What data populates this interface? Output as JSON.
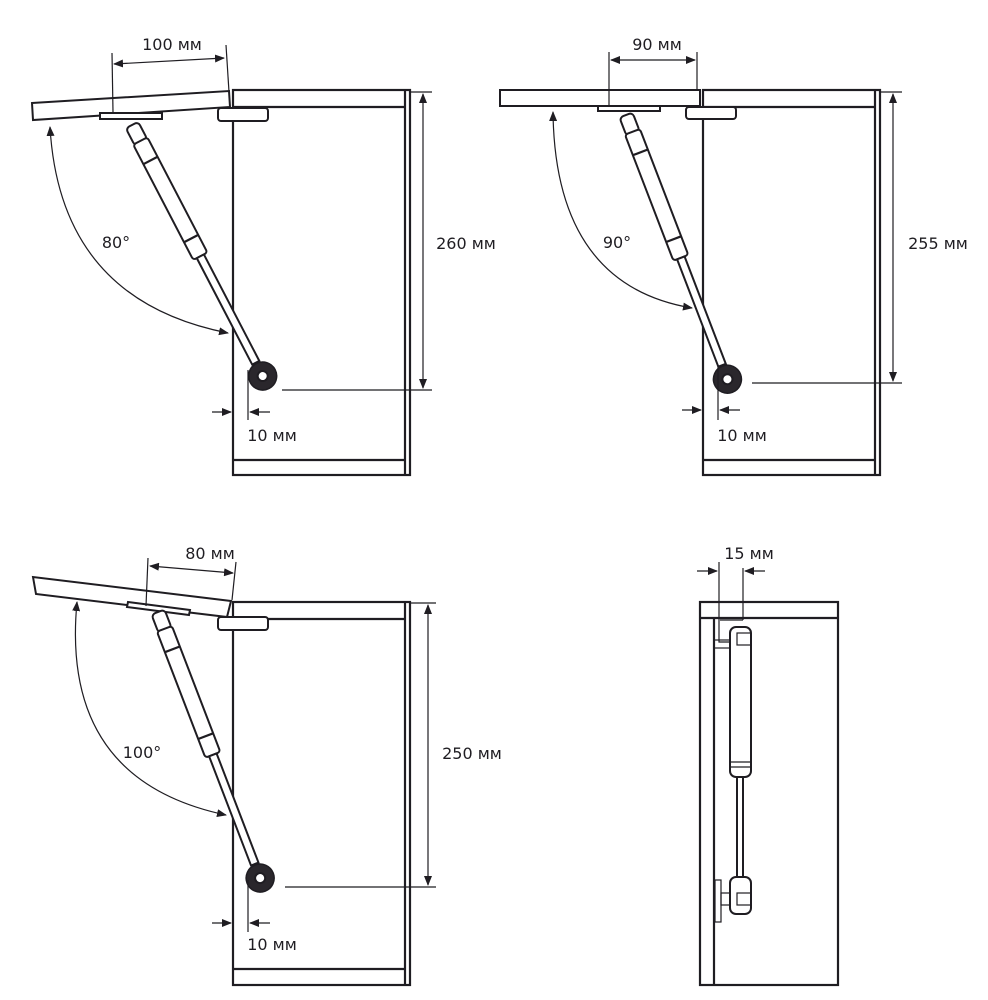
{
  "diagram": {
    "colors": {
      "line": "#1f1d22",
      "background": "#ffffff"
    },
    "panels": [
      {
        "name": "lift-80",
        "top_offset": "100 мм",
        "height": "260 мм",
        "side_offset": "10 мм",
        "angle": "80°"
      },
      {
        "name": "lift-90",
        "top_offset": "90 мм",
        "height": "255 мм",
        "side_offset": "10 мм",
        "angle": "90°"
      },
      {
        "name": "lift-100",
        "top_offset": "80 мм",
        "height": "250 мм",
        "side_offset": "10 мм",
        "angle": "100°"
      },
      {
        "name": "closed-side",
        "top_offset": "15 мм"
      }
    ]
  }
}
